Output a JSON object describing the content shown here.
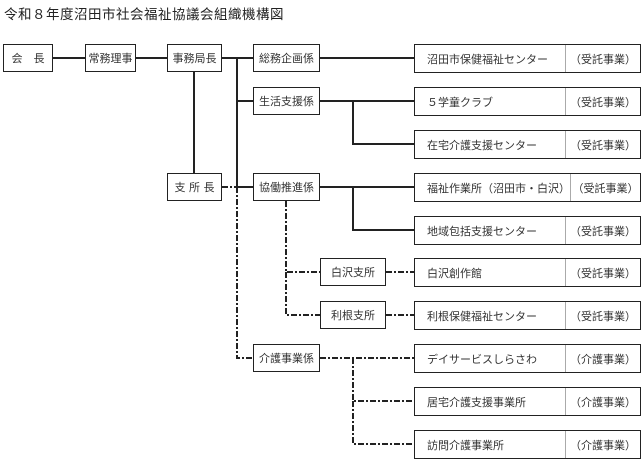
{
  "title": "令和８年度沼田市社会福祉協議会組織機構図",
  "nodes": {
    "chairman": "会　長",
    "managing_director": "常務理事",
    "secretary_general": "事務局長",
    "branch_manager": "支 所 長",
    "general_affairs": "総務企画係",
    "life_support": "生活支援係",
    "cooperation": "協働推進係",
    "shirasawa_branch": "白沢支所",
    "tone_branch": "利根支所",
    "care_business": "介護事業係"
  },
  "programs": [
    {
      "name": "沼田市保健福祉センター",
      "kind": "（受託事業）"
    },
    {
      "name": "５学童クラブ",
      "kind": "（受託事業）"
    },
    {
      "name": "在宅介護支援センター",
      "kind": "（受託事業）"
    },
    {
      "name": "福祉作業所（沼田市・白沢）",
      "kind": "（受託事業）"
    },
    {
      "name": "地域包括支援センター",
      "kind": "（受託事業）"
    },
    {
      "name": "白沢創作館",
      "kind": "（受託事業）"
    },
    {
      "name": "利根保健福祉センター",
      "kind": "（受託事業）"
    },
    {
      "name": "デイサービスしらさわ",
      "kind": "（介護事業）"
    },
    {
      "name": "居宅介護支援事業所",
      "kind": "（介護事業）"
    },
    {
      "name": "訪問介護事業所",
      "kind": "（介護事業）"
    }
  ]
}
